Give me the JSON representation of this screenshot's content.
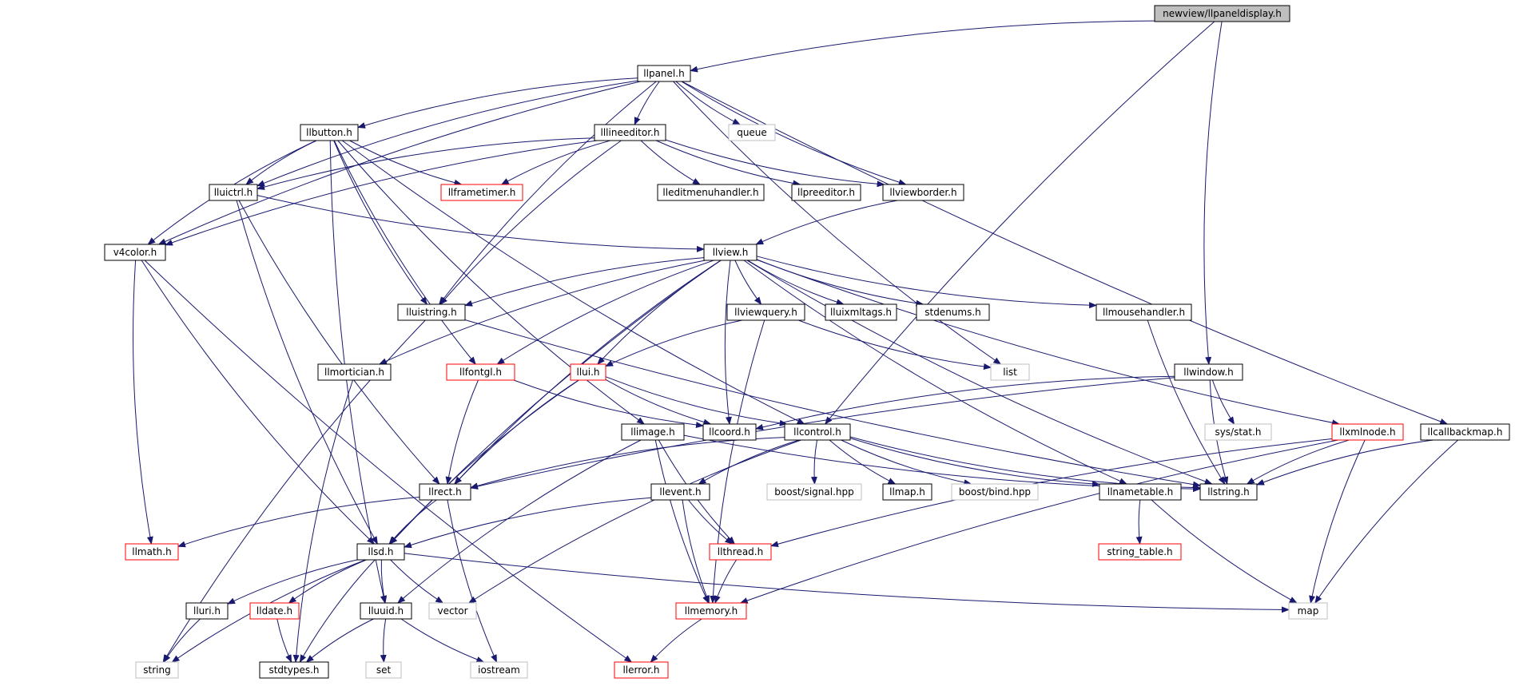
{
  "colors": {
    "edge": "#191970",
    "arrow": "#191970",
    "node_border": "#000000",
    "node_border_missing": "#bfbfbf",
    "node_border_truncated": "#ff0000",
    "root_fill": "#bfbfbf",
    "node_fill": "#ffffff",
    "text": "#000000"
  },
  "nodes": [
    {
      "id": "root",
      "label": "newview/llpaneldisplay.h",
      "style": "root"
    },
    {
      "id": "llpanel",
      "label": "llpanel.h",
      "style": "normal"
    },
    {
      "id": "llbutton",
      "label": "llbutton.h",
      "style": "normal"
    },
    {
      "id": "lllineeditor",
      "label": "lllineeditor.h",
      "style": "normal"
    },
    {
      "id": "queue",
      "label": "queue",
      "style": "missing"
    },
    {
      "id": "lluictrl",
      "label": "lluictrl.h",
      "style": "normal"
    },
    {
      "id": "llframetimer",
      "label": "llframetimer.h",
      "style": "truncated"
    },
    {
      "id": "lleditmenuhandler",
      "label": "lleditmenuhandler.h",
      "style": "normal"
    },
    {
      "id": "llpreeditor",
      "label": "llpreeditor.h",
      "style": "normal"
    },
    {
      "id": "llviewborder",
      "label": "llviewborder.h",
      "style": "normal"
    },
    {
      "id": "v4color",
      "label": "v4color.h",
      "style": "normal"
    },
    {
      "id": "llview",
      "label": "llview.h",
      "style": "normal"
    },
    {
      "id": "lluistring",
      "label": "lluistring.h",
      "style": "normal"
    },
    {
      "id": "llviewquery",
      "label": "llviewquery.h",
      "style": "normal"
    },
    {
      "id": "lluixmltags",
      "label": "lluixmltags.h",
      "style": "normal"
    },
    {
      "id": "stdenums",
      "label": "stdenums.h",
      "style": "normal"
    },
    {
      "id": "llmousehandler",
      "label": "llmousehandler.h",
      "style": "normal"
    },
    {
      "id": "llmortician",
      "label": "llmortician.h",
      "style": "normal"
    },
    {
      "id": "llfontgl",
      "label": "llfontgl.h",
      "style": "truncated"
    },
    {
      "id": "llui",
      "label": "llui.h",
      "style": "truncated"
    },
    {
      "id": "list",
      "label": "list",
      "style": "missing"
    },
    {
      "id": "llwindow",
      "label": "llwindow.h",
      "style": "normal"
    },
    {
      "id": "llimage",
      "label": "llimage.h",
      "style": "normal"
    },
    {
      "id": "llcoord",
      "label": "llcoord.h",
      "style": "normal"
    },
    {
      "id": "llcontrol",
      "label": "llcontrol.h",
      "style": "normal"
    },
    {
      "id": "sysstat",
      "label": "sys/stat.h",
      "style": "missing"
    },
    {
      "id": "llxmlnode",
      "label": "llxmlnode.h",
      "style": "truncated"
    },
    {
      "id": "llcallbackmap",
      "label": "llcallbackmap.h",
      "style": "normal"
    },
    {
      "id": "llrect",
      "label": "llrect.h",
      "style": "normal"
    },
    {
      "id": "llevent",
      "label": "llevent.h",
      "style": "normal"
    },
    {
      "id": "boostsignal",
      "label": "boost/signal.hpp",
      "style": "missing"
    },
    {
      "id": "llmap",
      "label": "llmap.h",
      "style": "normal"
    },
    {
      "id": "boostbind",
      "label": "boost/bind.hpp",
      "style": "missing"
    },
    {
      "id": "llnametable",
      "label": "llnametable.h",
      "style": "normal"
    },
    {
      "id": "llstring",
      "label": "llstring.h",
      "style": "normal"
    },
    {
      "id": "llmath",
      "label": "llmath.h",
      "style": "truncated"
    },
    {
      "id": "llsd",
      "label": "llsd.h",
      "style": "normal"
    },
    {
      "id": "llthread",
      "label": "llthread.h",
      "style": "truncated"
    },
    {
      "id": "string_table",
      "label": "string_table.h",
      "style": "truncated"
    },
    {
      "id": "lluri",
      "label": "lluri.h",
      "style": "normal"
    },
    {
      "id": "lldate",
      "label": "lldate.h",
      "style": "truncated"
    },
    {
      "id": "lluuid",
      "label": "lluuid.h",
      "style": "normal"
    },
    {
      "id": "vector",
      "label": "vector",
      "style": "missing"
    },
    {
      "id": "llmemory",
      "label": "llmemory.h",
      "style": "truncated"
    },
    {
      "id": "map",
      "label": "map",
      "style": "missing"
    },
    {
      "id": "string",
      "label": "string",
      "style": "missing"
    },
    {
      "id": "stdtypes",
      "label": "stdtypes.h",
      "style": "normal"
    },
    {
      "id": "set",
      "label": "set",
      "style": "missing"
    },
    {
      "id": "iostream",
      "label": "iostream",
      "style": "missing"
    },
    {
      "id": "llerror",
      "label": "llerror.h",
      "style": "truncated"
    }
  ],
  "edges": [
    [
      "root",
      "llpanel"
    ],
    [
      "root",
      "llcontrol"
    ],
    [
      "root",
      "llwindow"
    ],
    [
      "llpanel",
      "llbutton"
    ],
    [
      "llpanel",
      "lllineeditor"
    ],
    [
      "llpanel",
      "queue"
    ],
    [
      "llpanel",
      "lluictrl"
    ],
    [
      "llpanel",
      "llviewborder"
    ],
    [
      "llpanel",
      "v4color"
    ],
    [
      "llpanel",
      "lluistring"
    ],
    [
      "llpanel",
      "list"
    ],
    [
      "llpanel",
      "llcallbackmap"
    ],
    [
      "llbutton",
      "lluictrl"
    ],
    [
      "llbutton",
      "llframetimer"
    ],
    [
      "llbutton",
      "v4color"
    ],
    [
      "llbutton",
      "lluistring"
    ],
    [
      "llbutton",
      "llfontgl"
    ],
    [
      "llbutton",
      "llimage"
    ],
    [
      "llbutton",
      "llcontrol"
    ],
    [
      "llbutton",
      "lluuid"
    ],
    [
      "lllineeditor",
      "lluictrl"
    ],
    [
      "lllineeditor",
      "llframetimer"
    ],
    [
      "lllineeditor",
      "lleditmenuhandler"
    ],
    [
      "lllineeditor",
      "llpreeditor"
    ],
    [
      "lllineeditor",
      "llviewborder"
    ],
    [
      "lllineeditor",
      "v4color"
    ],
    [
      "lllineeditor",
      "lluistring"
    ],
    [
      "lluictrl",
      "llview"
    ],
    [
      "lluictrl",
      "llrect"
    ],
    [
      "lluictrl",
      "llsd"
    ],
    [
      "llviewborder",
      "llview"
    ],
    [
      "v4color",
      "llmath"
    ],
    [
      "v4color",
      "llerror"
    ],
    [
      "v4color",
      "llsd"
    ],
    [
      "llview",
      "lluistring"
    ],
    [
      "llview",
      "llviewquery"
    ],
    [
      "llview",
      "lluixmltags"
    ],
    [
      "llview",
      "stdenums"
    ],
    [
      "llview",
      "llmousehandler"
    ],
    [
      "llview",
      "llmortician"
    ],
    [
      "llview",
      "llfontgl"
    ],
    [
      "llview",
      "llui"
    ],
    [
      "llview",
      "llcoord"
    ],
    [
      "llview",
      "llrect"
    ],
    [
      "llview",
      "llsd"
    ],
    [
      "llview",
      "llstring"
    ],
    [
      "llview",
      "llxmlnode"
    ],
    [
      "llview",
      "llnametable"
    ],
    [
      "lluistring",
      "string"
    ],
    [
      "lluistring",
      "llstring"
    ],
    [
      "llviewquery",
      "list"
    ],
    [
      "llviewquery",
      "llui"
    ],
    [
      "llviewquery",
      "llmemory"
    ],
    [
      "llmortician",
      "stdtypes"
    ],
    [
      "llfontgl",
      "llrect"
    ],
    [
      "llfontgl",
      "llcoord"
    ],
    [
      "llui",
      "llrect"
    ],
    [
      "llui",
      "llcoord"
    ],
    [
      "llui",
      "llcontrol"
    ],
    [
      "llui",
      "llsd"
    ],
    [
      "llwindow",
      "sysstat"
    ],
    [
      "llwindow",
      "llrect"
    ],
    [
      "llwindow",
      "llcoord"
    ],
    [
      "llwindow",
      "llstring"
    ],
    [
      "llmousehandler",
      "llstring"
    ],
    [
      "llimage",
      "llstring"
    ],
    [
      "llimage",
      "llmemory"
    ],
    [
      "llimage",
      "llthread"
    ],
    [
      "llimage",
      "lluuid"
    ],
    [
      "llcontrol",
      "llevent"
    ],
    [
      "llcontrol",
      "boostsignal"
    ],
    [
      "llcontrol",
      "llmap"
    ],
    [
      "llcontrol",
      "boostbind"
    ],
    [
      "llcontrol",
      "llnametable"
    ],
    [
      "llcontrol",
      "llstring"
    ],
    [
      "llcontrol",
      "llrect"
    ],
    [
      "llcontrol",
      "vector"
    ],
    [
      "llxmlnode",
      "llstring"
    ],
    [
      "llxmlnode",
      "map"
    ],
    [
      "llxmlnode",
      "llthread"
    ],
    [
      "llxmlnode",
      "llmemory"
    ],
    [
      "llcallbackmap",
      "map"
    ],
    [
      "llcallbackmap",
      "llstring"
    ],
    [
      "llrect",
      "llmath"
    ],
    [
      "llrect",
      "llsd"
    ],
    [
      "llrect",
      "iostream"
    ],
    [
      "llevent",
      "llsd"
    ],
    [
      "llevent",
      "llthread"
    ],
    [
      "llevent",
      "llmemory"
    ],
    [
      "llnametable",
      "string_table"
    ],
    [
      "llnametable",
      "map"
    ],
    [
      "llsd",
      "lluri"
    ],
    [
      "llsd",
      "lldate"
    ],
    [
      "llsd",
      "lluuid"
    ],
    [
      "llsd",
      "vector"
    ],
    [
      "llsd",
      "map"
    ],
    [
      "llsd",
      "string"
    ],
    [
      "llsd",
      "stdtypes"
    ],
    [
      "llthread",
      "llmemory"
    ],
    [
      "llmemory",
      "llerror"
    ],
    [
      "lluri",
      "string"
    ],
    [
      "lldate",
      "stdtypes"
    ],
    [
      "lluuid",
      "stdtypes"
    ],
    [
      "lluuid",
      "set"
    ],
    [
      "lluuid",
      "iostream"
    ]
  ]
}
